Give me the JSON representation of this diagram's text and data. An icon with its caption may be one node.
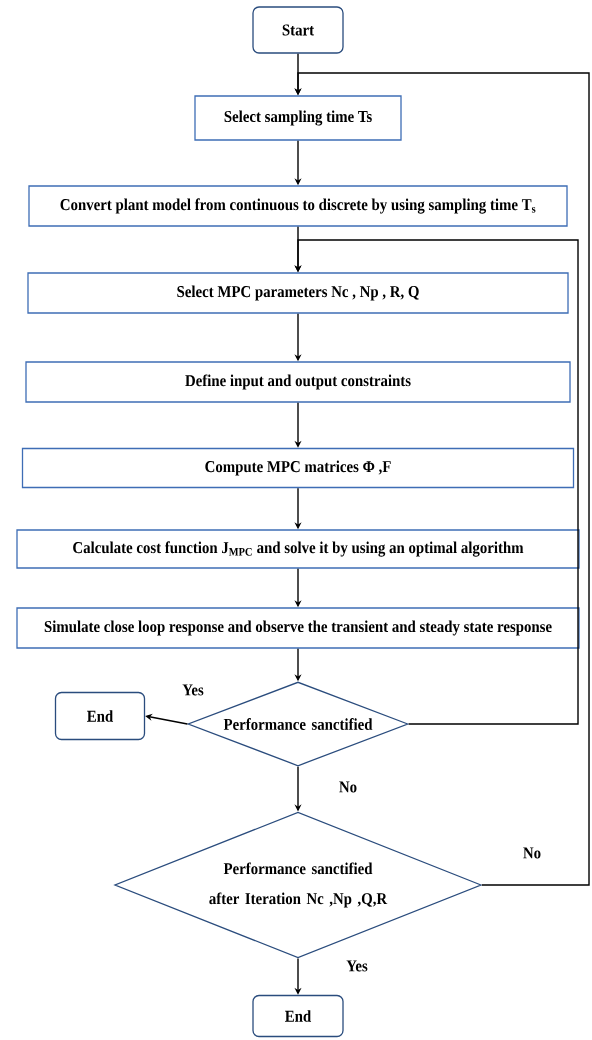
{
  "diagram": {
    "nodes": [
      {
        "text": [
          "Start"
        ]
      },
      {
        "text": [
          "Select sampling time Ts"
        ]
      },
      {
        "text": [
          "Convert plant model from continuous to discrete by using sampling time T$_{s}$"
        ]
      },
      {
        "text": [
          "Select MPC parameters Nc , Np , R, Q"
        ]
      },
      {
        "text": [
          "Define input and output constraints"
        ]
      },
      {
        "text": [
          "Compute MPC matrices Φ  ,F"
        ]
      },
      {
        "text": [
          "Calculate cost function J$_{MPC}$  and solve it by using an optimal algorithm"
        ]
      },
      {
        "text": [
          "Simulate close loop response and observe the transient  and steady state response"
        ]
      },
      {
        "text": [
          "Performance sanctified"
        ]
      },
      {
        "text": [
          "End"
        ]
      },
      {
        "text": [
          "Performance  sanctified after Iteration Nc ,Np ,Q,R"
        ]
      },
      {
        "text": [
          "End"
        ]
      }
    ],
    "edges": [
      {
        "from": 0,
        "to": 1,
        "arrow": "to"
      },
      {
        "from": 1,
        "to": 2,
        "arrow": "to"
      },
      {
        "from": 2,
        "to": 3,
        "arrow": "to"
      },
      {
        "from": 3,
        "to": 4,
        "arrow": "to"
      },
      {
        "from": 4,
        "to": 5,
        "arrow": "to"
      },
      {
        "from": 5,
        "to": 6,
        "arrow": "to"
      },
      {
        "from": 6,
        "to": 7,
        "arrow": "to"
      },
      {
        "from": 7,
        "to": 8,
        "arrow": "to"
      },
      {
        "from": 8,
        "to": 9,
        "arrow": "to",
        "label": "Yes"
      },
      {
        "from": 8,
        "to": 3,
        "arrow": "to"
      },
      {
        "from": 8,
        "to": 10,
        "arrow": "to",
        "label": "No"
      },
      {
        "from": 10,
        "to": 1,
        "arrow": "to",
        "label": "No"
      },
      {
        "from": 10,
        "to": 11,
        "arrow": "to",
        "label": "Yes"
      }
    ]
  }
}
